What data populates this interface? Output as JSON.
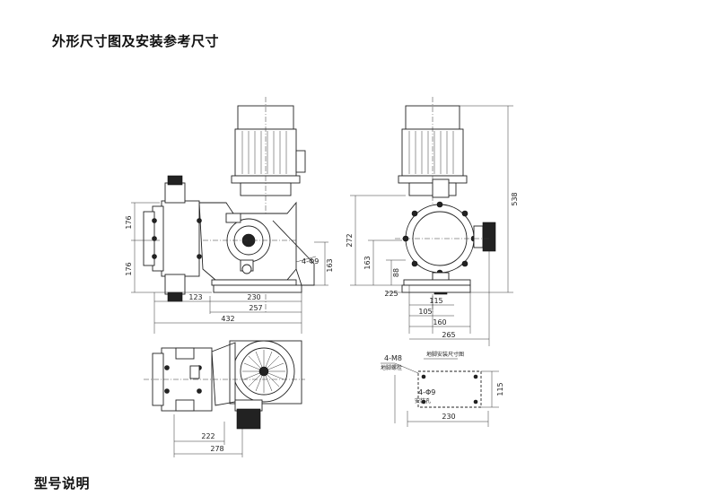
{
  "header": {
    "title": "外形尺寸图及安装参考尺寸"
  },
  "footer": {
    "section_title": "型号说明"
  },
  "front_view": {
    "dims": {
      "d1": "176",
      "d2": "176",
      "hole": "4-Φ9",
      "h": "163",
      "w1": "123",
      "w2": "230",
      "w3": "257",
      "w4": "432"
    }
  },
  "side_view": {
    "dims": {
      "height": "538",
      "h1": "272",
      "h2": "163",
      "h3": "88",
      "w1": "115",
      "w2": "105",
      "w3": "160",
      "w4": "265",
      "d1": "225"
    }
  },
  "top_view": {
    "dims": {
      "w1": "222",
      "w2": "278"
    }
  },
  "foundation": {
    "title": "地脚安装尺寸图",
    "labels": {
      "bolt": "4-M8",
      "bolt_note": "地脚螺栓",
      "hole": "4-Φ9",
      "hole_note": "安装孔"
    },
    "dims": {
      "h": "115",
      "w": "230"
    }
  }
}
